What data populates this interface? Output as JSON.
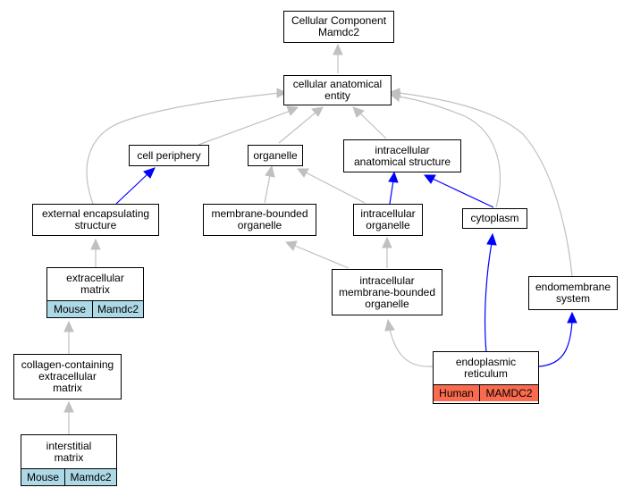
{
  "nodes": {
    "cc": {
      "label": "Cellular Component\nMamdc2"
    },
    "cae": {
      "label": "cellular anatomical\nentity"
    },
    "cp": {
      "label": "cell periphery"
    },
    "org": {
      "label": "organelle"
    },
    "ias": {
      "label": "intracellular\nanatomical structure"
    },
    "ees": {
      "label": "external encapsulating\nstructure"
    },
    "mbo": {
      "label": "membrane-bounded\norganelle"
    },
    "io": {
      "label": "intracellular\norganelle"
    },
    "cyto": {
      "label": "cytoplasm"
    },
    "ecm": {
      "label": "extracellular\nmatrix",
      "tags": [
        "Mouse",
        "Mamdc2"
      ]
    },
    "imbo": {
      "label": "intracellular\nmembrane-bounded\norganelle"
    },
    "ems": {
      "label": "endomembrane\nsystem"
    },
    "ccem": {
      "label": "collagen-containing\nextracellular\nmatrix"
    },
    "er": {
      "label": "endoplasmic\nreticulum",
      "tags": [
        "Human",
        "MAMDC2"
      ]
    },
    "im": {
      "label": "interstitial\nmatrix",
      "tags": [
        "Mouse",
        "Mamdc2"
      ]
    }
  },
  "colors": {
    "gray_edge": "#c0c0c0",
    "blue_edge": "#0000ff",
    "mouse": "#add8e6",
    "human": "#fa6a4f"
  }
}
